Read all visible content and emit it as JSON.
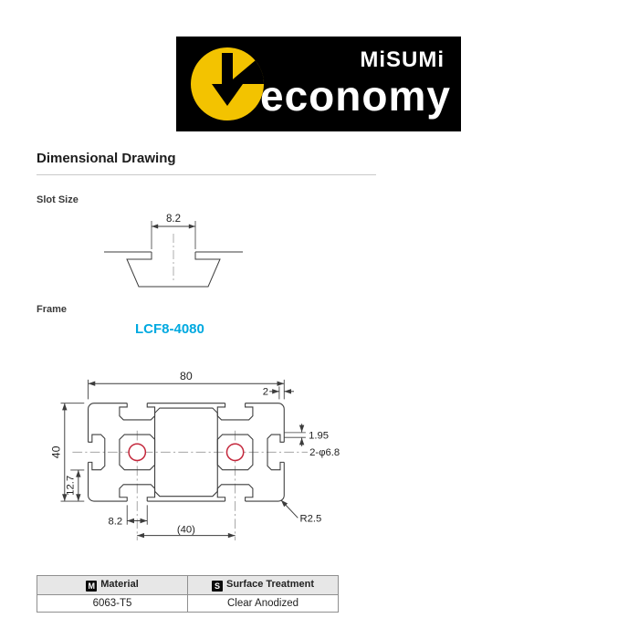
{
  "banner": {
    "brand": "MiSUMi",
    "wordmark": "economy"
  },
  "page": {
    "section_title": "Dimensional Drawing",
    "slot_size_label": "Slot Size",
    "frame_label": "Frame",
    "part_number": "LCF8-4080"
  },
  "slot_drawing": {
    "slot_width": "8.2"
  },
  "frame_drawing": {
    "overall_width": "80",
    "wall_thickness": "2",
    "lip_thickness": "1.95",
    "hole_callout": "2-φ6.8",
    "overall_height": "40",
    "slot_offset": "12.7",
    "slot_width": "8.2",
    "hole_pitch": "(40)",
    "corner_radius": "R2.5"
  },
  "table": {
    "material_icon": "M",
    "material_header": "Material",
    "surface_icon": "S",
    "surface_header": "Surface Treatment",
    "material_value": "6063-T5",
    "surface_value": "Clear Anodized"
  },
  "colors": {
    "accent_yellow": "#f3c300",
    "part_number_cyan": "#00a9e0",
    "hole_red": "#c4283c"
  }
}
